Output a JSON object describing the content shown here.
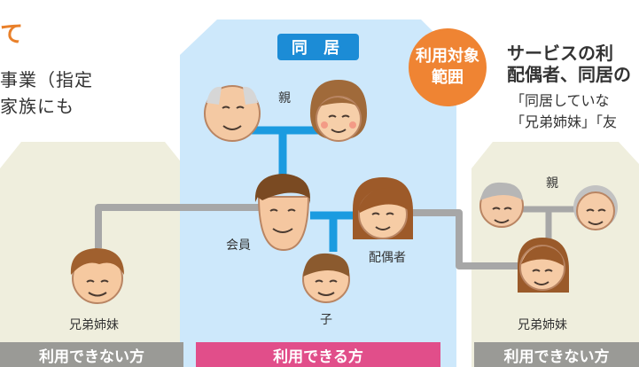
{
  "left_text": {
    "title": "て",
    "line1": "事業（指定",
    "line2": "家族にも"
  },
  "scope_badge": {
    "line1": "利用対象",
    "line2": "範囲"
  },
  "right_text": {
    "heading1": "サービスの利",
    "heading2": "配偶者、同居の",
    "note1": "「同居していな",
    "note2": "「兄弟姉妹」「友"
  },
  "center_house": {
    "badge": "同 居"
  },
  "labels": {
    "parents_center": "親",
    "member": "会員",
    "spouse": "配偶者",
    "child": "子",
    "sibling_left": "兄弟姉妹",
    "parents_right": "親",
    "sibling_right": "兄弟姉妹"
  },
  "footers": {
    "left": "利用できない方",
    "center": "利用できる方",
    "right": "利用できない方"
  },
  "colors": {
    "orange": "#ef8433",
    "blue_badge": "#1c8cd6",
    "center_house": "#cde8fb",
    "side_house": "#efeedd",
    "connector_blue": "#1b9be0",
    "connector_gray": "#a7a7a7",
    "footer_pink": "#e14e8a",
    "footer_gray": "#9a9a96"
  }
}
